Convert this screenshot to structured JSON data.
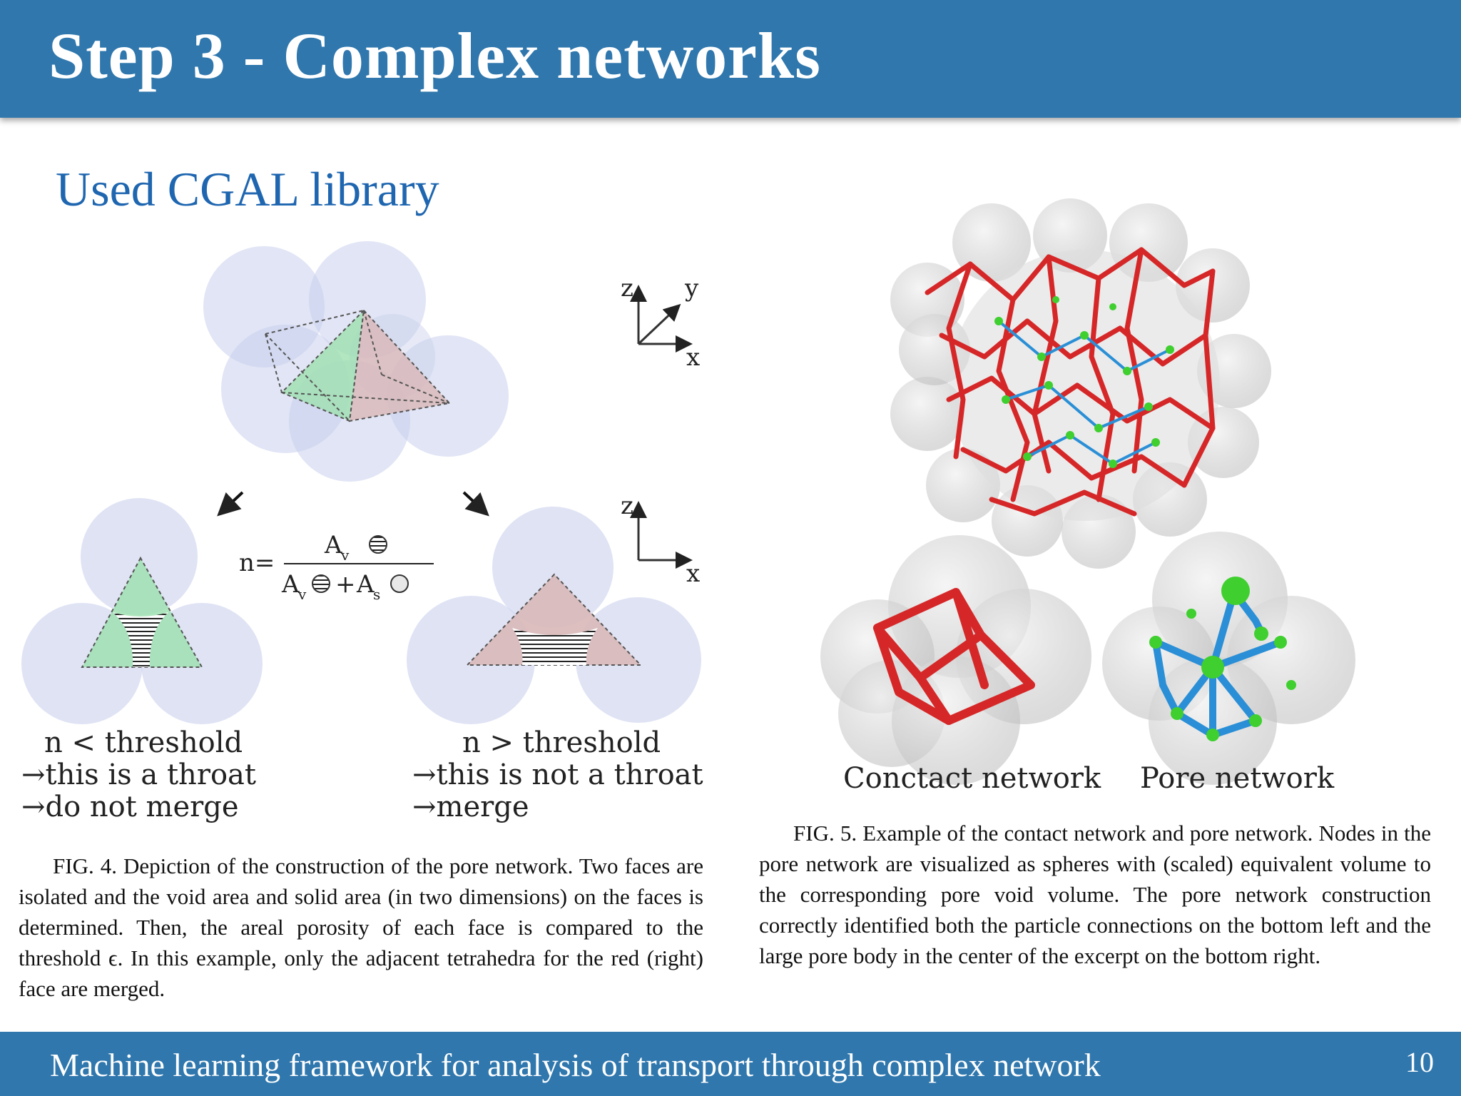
{
  "slide": {
    "title": "Step 3 - Complex networks",
    "subtitle": "Used CGAL library",
    "footer": "Machine learning framework for analysis of transport through complex network",
    "page_number": "10"
  },
  "fig4": {
    "axes_top": {
      "z": "z",
      "y": "y",
      "x": "x"
    },
    "axes_bottom": {
      "z": "z",
      "x": "x"
    },
    "formula": {
      "lhs": "n=",
      "numerator_symbol": "A",
      "numerator_sub": "v",
      "den_a": "A",
      "den_a_sub": "v",
      "plus": "+",
      "den_b": "A",
      "den_b_sub": "s"
    },
    "left_case": [
      "n < threshold",
      "→this is a throat",
      "→do not merge"
    ],
    "right_case": [
      "n > threshold",
      "→this is not a throat",
      "→merge"
    ],
    "caption": "FIG. 4. Depiction of the construction of the pore network. Two faces are isolated and the void area and solid area (in two dimensions) on the faces is determined. Then, the areal porosity of each face is compared to the threshold ϵ. In this example, only the adjacent tetrahedra for the red (right) face are merged."
  },
  "fig5": {
    "contact_label": "Conctact network",
    "pore_label": "Pore network",
    "caption": "FIG. 5. Example of the contact network and pore network. Nodes in the pore network are visualized as spheres with (scaled) equivalent volume to the corresponding pore void volume. The pore network construction correctly identified both the particle connections on the bottom left and the large pore body in the center of the excerpt on the bottom right."
  },
  "colors": {
    "header_blue": "#2f77ad",
    "subtitle_blue": "#1f66b0",
    "sphere_lavender": "#c9d0ec",
    "face_green": "#9fe0b0",
    "face_red": "#d9b8b8",
    "network_red": "#d62728",
    "network_blue": "#2a8fd6",
    "node_green": "#3fcf2f",
    "sphere_gray": "#d0d0d0"
  }
}
